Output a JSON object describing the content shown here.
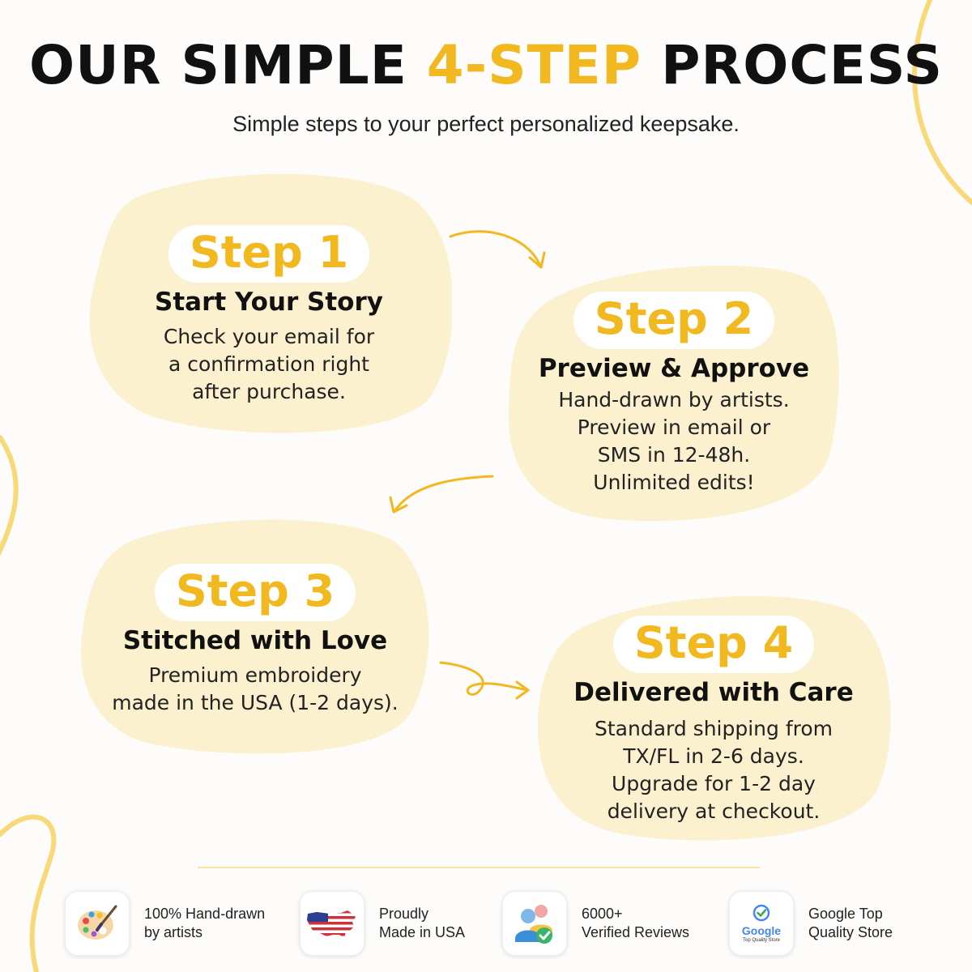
{
  "header": {
    "title_prefix": "OUR SIMPLE ",
    "title_highlight": "4-STEP",
    "title_suffix": " PROCESS",
    "subtitle": "Simple steps to your perfect personalized keepsake."
  },
  "steps": [
    {
      "label": "Step 1",
      "heading": "Start Your Story",
      "lines": [
        "Check your email for",
        "a confirmation right",
        "after purchase."
      ]
    },
    {
      "label": "Step 2",
      "heading": "Preview & Approve",
      "lines": [
        "Hand-drawn by artists.",
        "Preview in email or",
        "SMS in 12-48h.",
        "Unlimited edits!"
      ]
    },
    {
      "label": "Step 3",
      "heading": "Stitched with Love",
      "lines": [
        "Premium embroidery",
        "made in the USA (1-2 days)."
      ]
    },
    {
      "label": "Step 4",
      "heading": "Delivered with Care",
      "lines": [
        "Standard shipping from",
        "TX/FL in 2-6 days.",
        "Upgrade for 1-2 day",
        "delivery at checkout."
      ]
    }
  ],
  "badges": [
    {
      "icon": "palette-icon",
      "lines": [
        "100% Hand-drawn",
        "by artists"
      ]
    },
    {
      "icon": "usa-flag-map-icon",
      "lines": [
        "Proudly",
        "Made in USA"
      ]
    },
    {
      "icon": "verified-users-icon",
      "lines": [
        "6000+",
        "Verified Reviews"
      ]
    },
    {
      "icon": "google-badge-icon",
      "lines": [
        "Google Top",
        "Quality Store"
      ],
      "logo_text": "Google",
      "logo_subtext": "Top Quality Store"
    }
  ],
  "colors": {
    "accent": "#f2b81f",
    "blob_fill": "#fcf1cf",
    "text": "#111111",
    "background": "#fdfcfa"
  }
}
